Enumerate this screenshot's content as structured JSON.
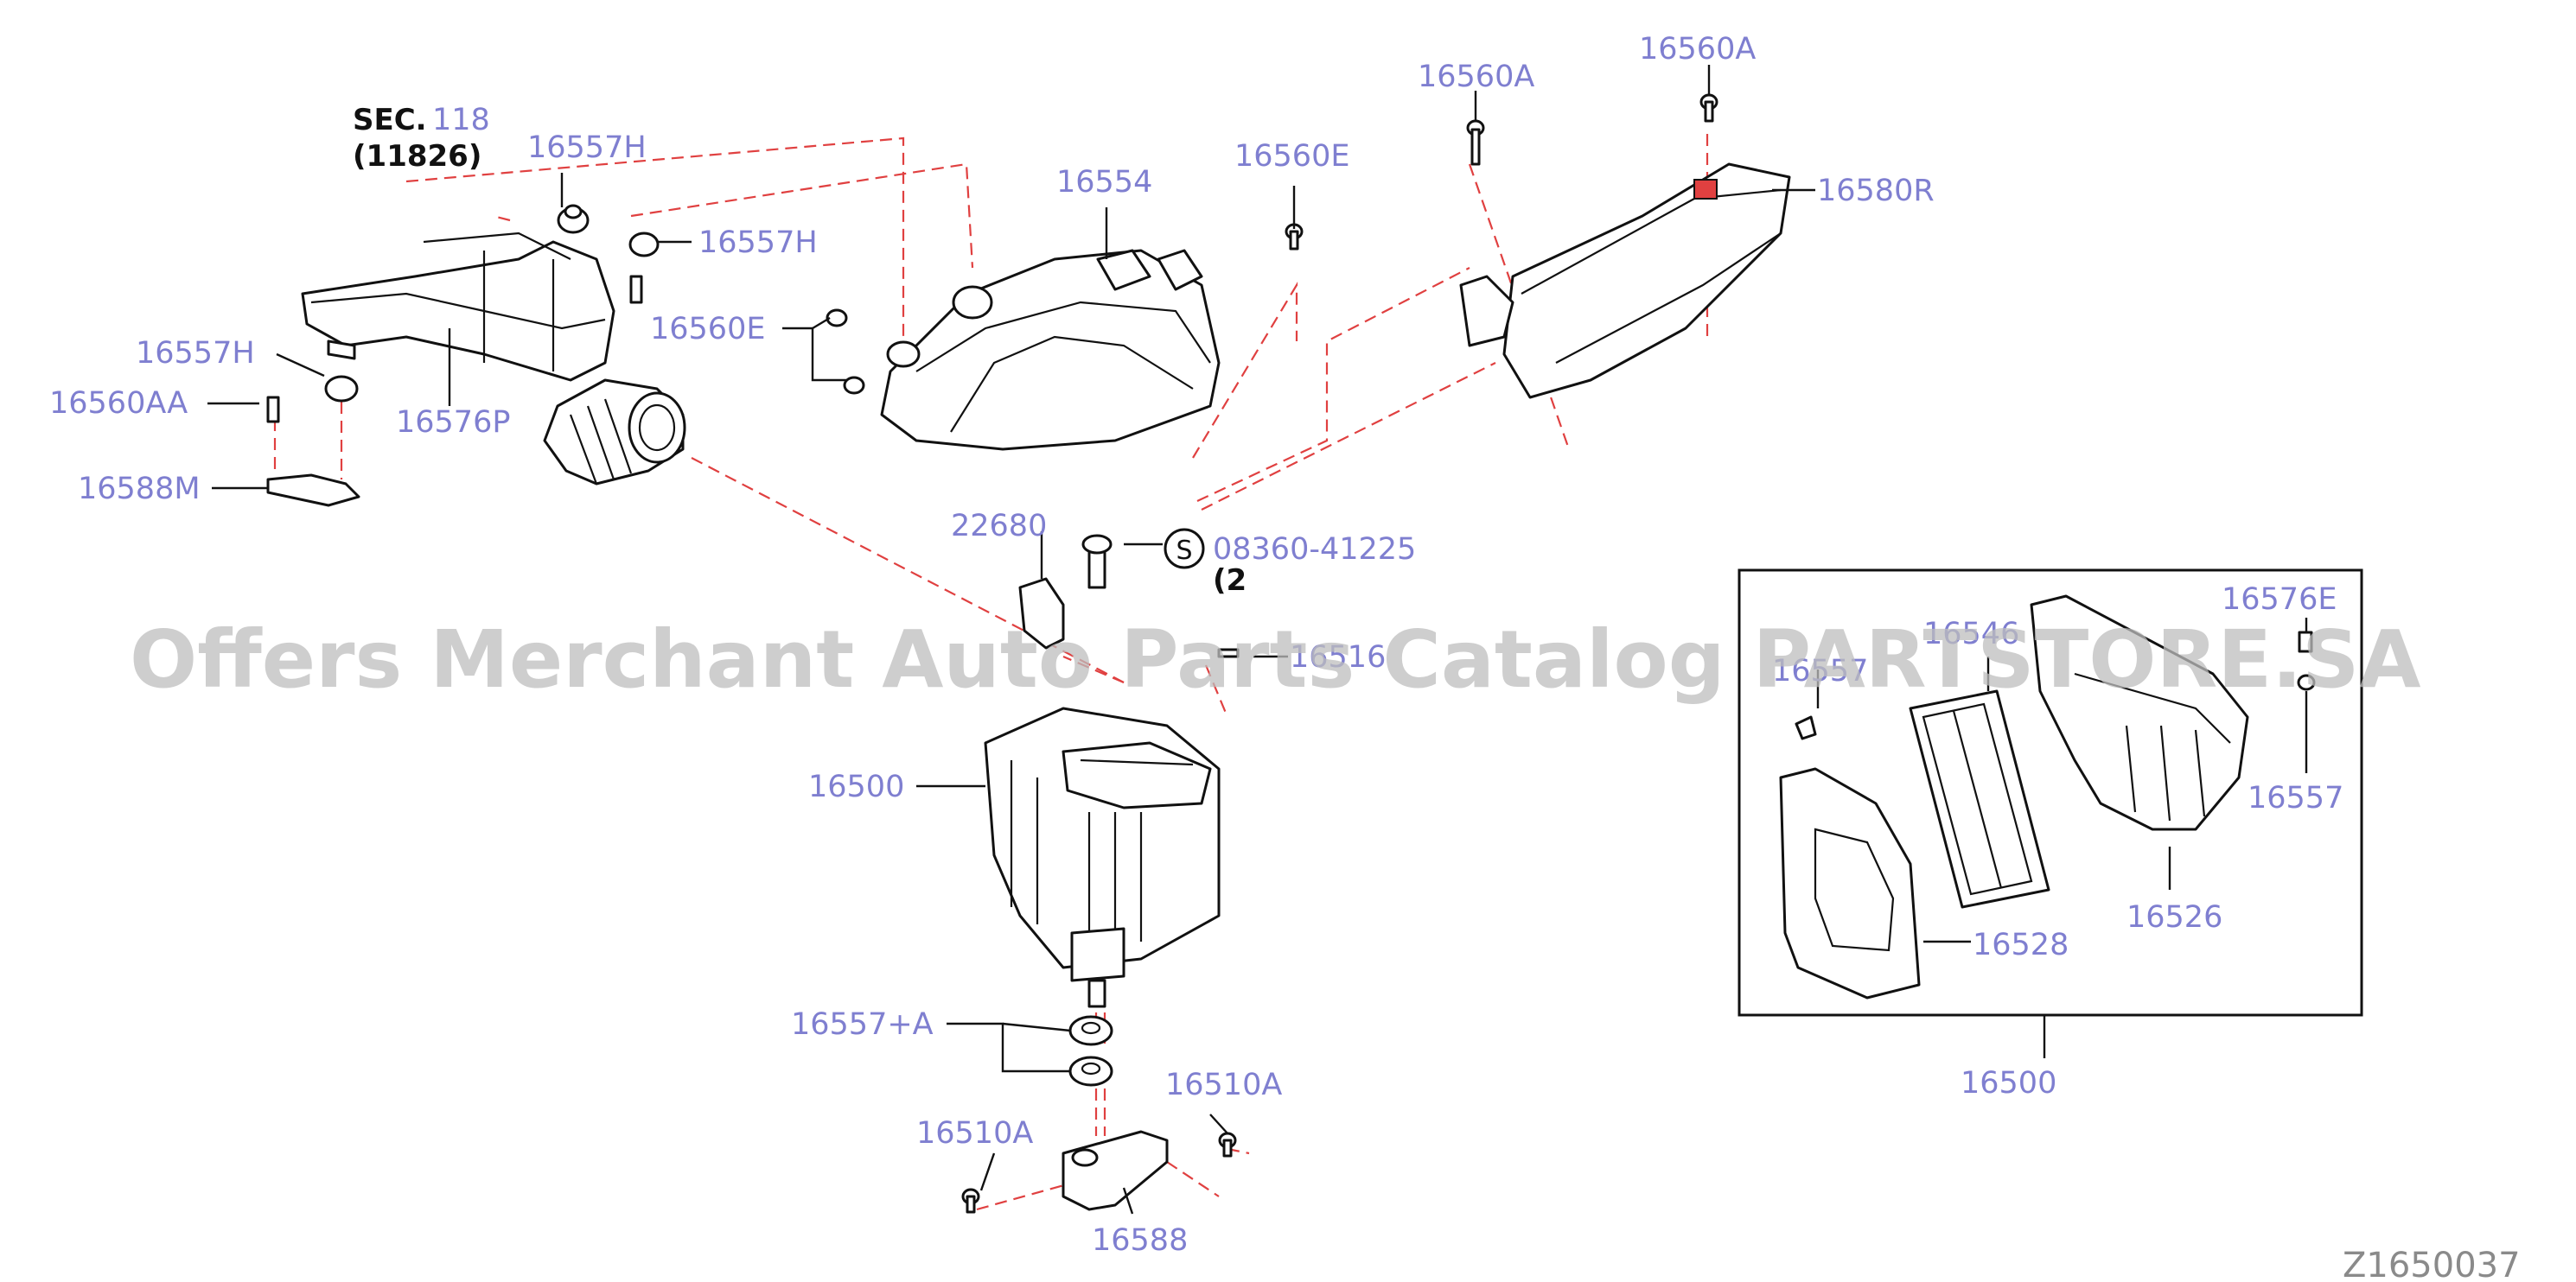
{
  "diagram": {
    "watermark": "Offers Merchant Auto Parts Catalog PARTSTORE.SA",
    "diagram_id": "Z1650037",
    "section_ref": {
      "prefix": "SEC.",
      "number": "118",
      "sub": "(11826)"
    },
    "labels": {
      "l_16557H_a": "16557H",
      "l_16557H_b": "16557H",
      "l_16557H_c": "16557H",
      "l_16560AA": "16560AA",
      "l_16588M": "16588M",
      "l_16576P": "16576P",
      "l_16560E_a": "16560E",
      "l_16554": "16554",
      "l_16560E_b": "16560E",
      "l_16560A_a": "16560A",
      "l_16560A_b": "16560A",
      "l_16580R": "16580R",
      "l_22680": "22680",
      "l_08360": "08360-41225",
      "l_qty": "(2",
      "l_16516": "16516",
      "l_16500_main": "16500",
      "l_16557A": "16557+A",
      "l_16510A_a": "16510A",
      "l_16510A_b": "16510A",
      "l_16588": "16588",
      "l_16576E": "16576E",
      "l_16546": "16546",
      "l_16557_box": "16557",
      "l_16526": "16526",
      "l_16528": "16528",
      "l_16500_box": "16500",
      "l_16557_left": "16557"
    },
    "colors": {
      "label": "#7f7fd0",
      "line": "#111111",
      "dashed_leader": "#e04040",
      "watermark": "#bdbdbd"
    }
  }
}
